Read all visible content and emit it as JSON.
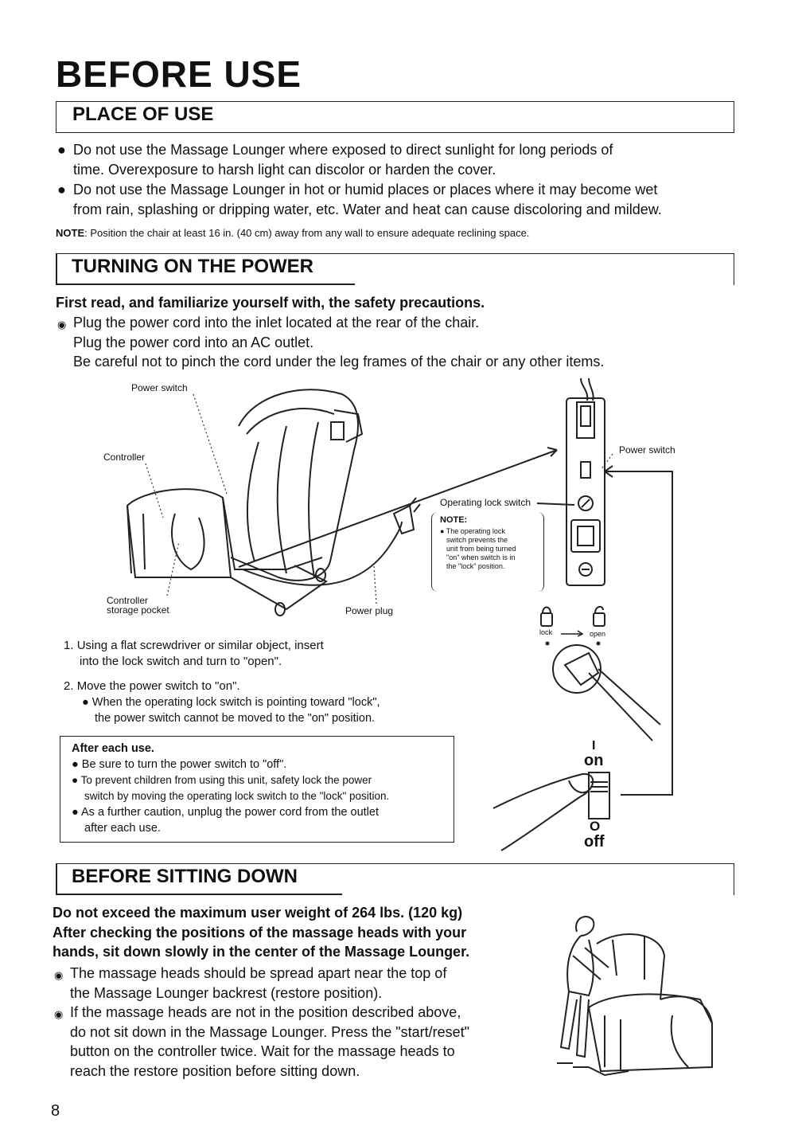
{
  "title": "BEFORE USE",
  "sections": {
    "place": {
      "heading": "PLACE OF USE",
      "bullet1_line1": "Do not use the Massage Lounger where exposed to direct sunlight for long periods of",
      "bullet1_line2": "time.  Overexposure to harsh light can discolor or harden the cover.",
      "bullet2_line1": "Do not use the Massage Lounger in hot or humid places or places where it may become wet",
      "bullet2_line2": "from rain, splashing or dripping water, etc.  Water and heat can cause discoloring and mildew.",
      "note_label": "NOTE",
      "note_text": ": Position the chair at least 16 in. (40 cm) away from any wall to ensure adequate reclining space."
    },
    "power": {
      "heading": "TURNING ON THE POWER",
      "lead": "First read, and familiarize yourself with, the safety precautions.",
      "line1": "Plug the power cord into the inlet located at the rear of the chair.",
      "line2": "Plug the power cord into an AC outlet.",
      "line3": "Be careful not to pinch the cord under the leg frames of the chair or any other items.",
      "labels": {
        "power_switch_left": "Power switch",
        "controller": "Controller",
        "controller_storage_1": "Controller",
        "controller_storage_2": "storage pocket",
        "power_plug": "Power plug",
        "power_switch_right": "Power switch",
        "operating_lock_switch": "Operating lock switch",
        "note_title": "NOTE:",
        "note_1": "The operating lock",
        "note_2": "switch prevents the",
        "note_3": "unit from being turned",
        "note_4": "\"on\" when switch is in",
        "note_5": "the \"lock\" position.",
        "lock": "lock",
        "open": "open",
        "on_symbol": "I",
        "on": "on",
        "off_symbol": "O",
        "off": "off"
      },
      "step1_num": "1.",
      "step1_line1": "Using a flat screwdriver or similar object, insert",
      "step1_line2": "into the lock switch and turn to \"open\".",
      "step2_num": "2.",
      "step2_line1": "Move the power switch to \"on\".",
      "step2_sub1": "When the operating lock switch is pointing toward \"lock\",",
      "step2_sub2": "the power switch cannot be moved to the \"on\" position.",
      "after": {
        "title": "After each use.",
        "b1": "Be sure to turn the power switch to \"off\".",
        "b2_l1": "To prevent children from using this unit, safety  lock the power",
        "b2_l2": "switch by moving the operating lock switch to the \"lock\" position.",
        "b3_l1": "As a further caution, unplug the power cord from the outlet",
        "b3_l2": "after each use."
      }
    },
    "sitting": {
      "heading": "BEFORE SITTING DOWN",
      "lead1": "Do not exceed the maximum user weight of 264 lbs. (120 kg)",
      "lead2": "After checking the positions of the massage heads with your",
      "lead3": "hands, sit down slowly in the center of the Massage Lounger.",
      "b1_l1": "The massage heads should be spread apart near the top of",
      "b1_l2": "the Massage Lounger backrest (restore position).",
      "b2_l1": "If the massage heads are not in the position described above,",
      "b2_l2": "do not sit down in the Massage Lounger. Press the \"start/reset\"",
      "b2_l3": "button on the controller twice. Wait for the massage heads to",
      "b2_l4": "reach the restore position before sitting down."
    }
  },
  "page_number": "8"
}
